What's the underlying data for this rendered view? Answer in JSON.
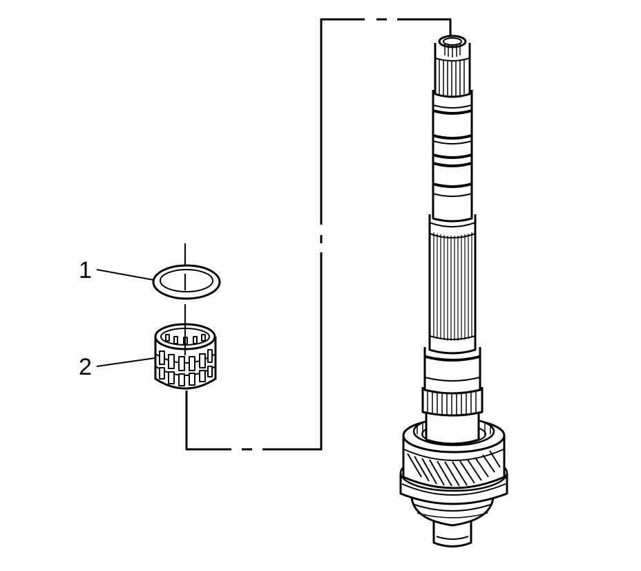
{
  "callouts": [
    {
      "number": "1",
      "part": "snap-ring"
    },
    {
      "number": "2",
      "part": "needle-bearing"
    }
  ],
  "colors": {
    "line": "#000000",
    "background": "#ffffff"
  }
}
